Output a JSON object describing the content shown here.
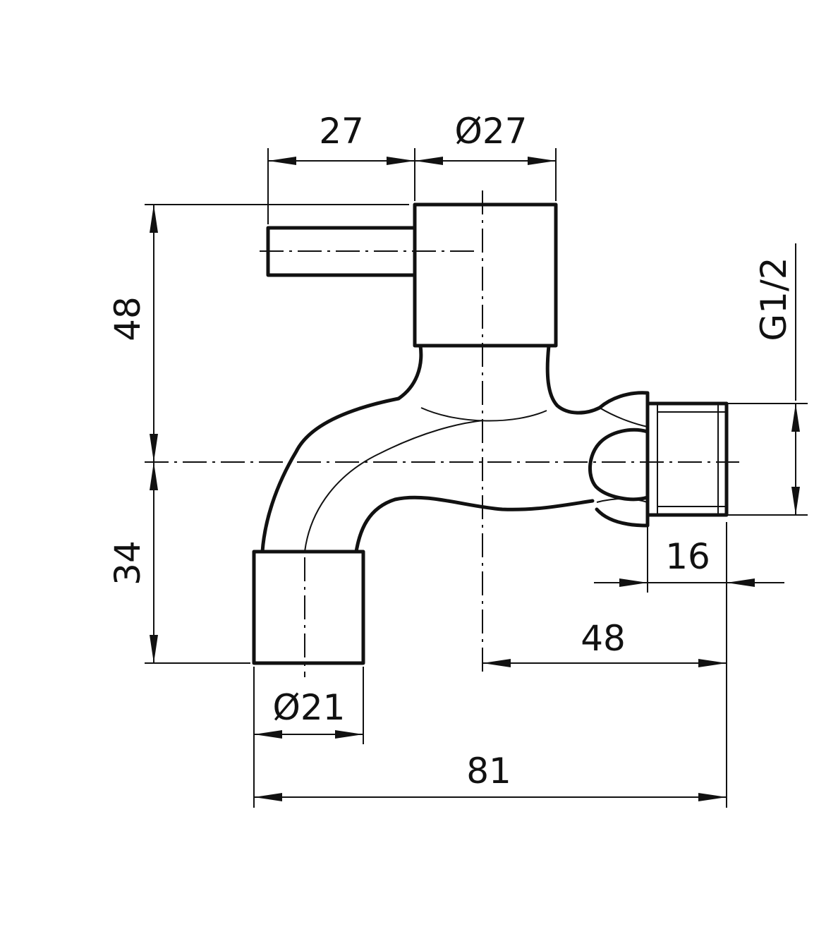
{
  "dimensions": {
    "lever_length": "27",
    "body_diameter": "Ø27",
    "height_upper": "48",
    "height_lower": "34",
    "thread": "G1/2",
    "thread_length": "16",
    "horizontal_offset": "48",
    "outlet_diameter": "Ø21",
    "overall_length": "81"
  }
}
